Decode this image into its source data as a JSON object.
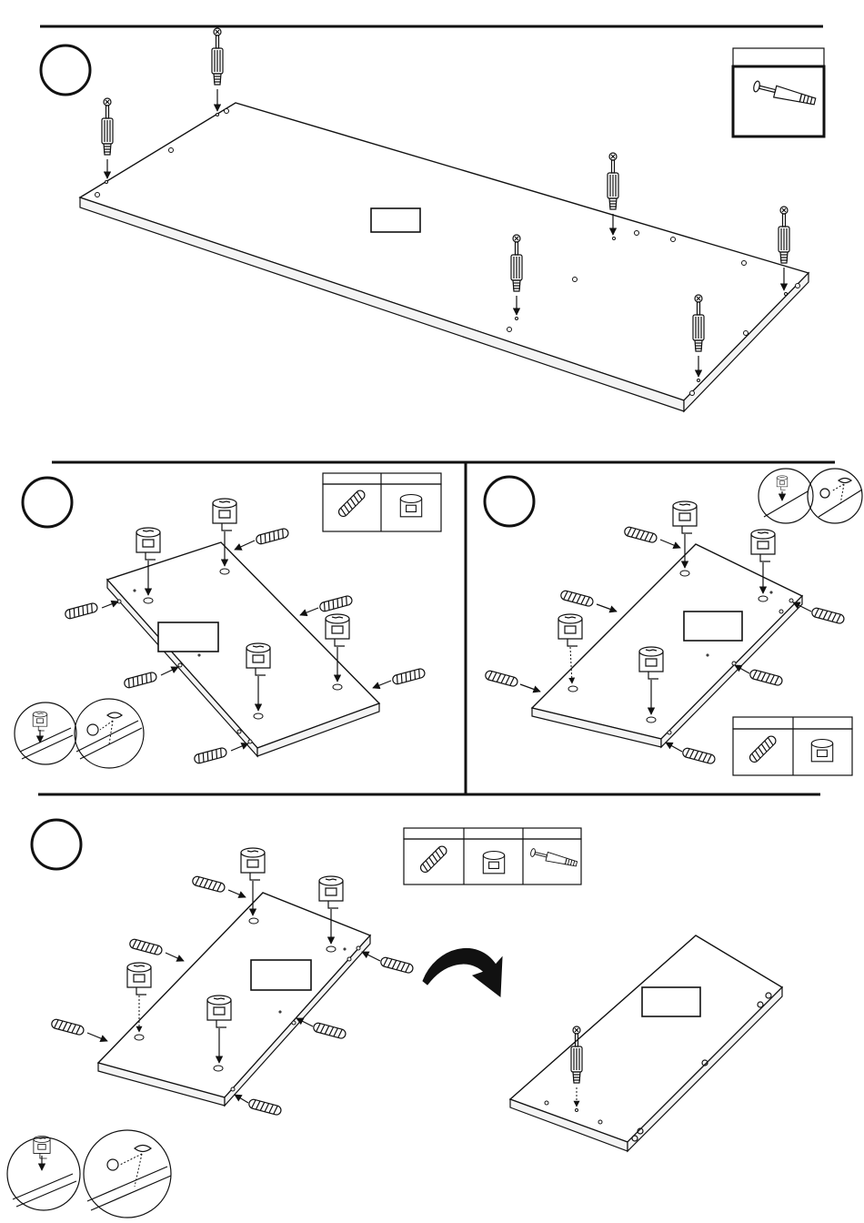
{
  "document": {
    "type": "assembly-instructions-page",
    "steps": [
      {
        "id": "step-1",
        "parts": [
          "cam-bolt"
        ]
      },
      {
        "id": "step-2",
        "parts": [
          "wooden-dowel",
          "cam-lock"
        ]
      },
      {
        "id": "step-3",
        "parts": [
          "wooden-dowel",
          "cam-lock"
        ]
      },
      {
        "id": "step-4",
        "parts": [
          "wooden-dowel",
          "cam-lock",
          "cam-bolt"
        ]
      }
    ]
  },
  "icons": {
    "cam_bolt": "cam-bolt-icon",
    "dowel": "wooden-dowel-icon",
    "cam_lock": "cam-lock-icon",
    "rotate_arrow": "flip-panel-arrow-icon",
    "eye": "eye-icon"
  },
  "colors": {
    "ink": "#111111",
    "paper": "#ffffff",
    "edge": "#f4f4f4"
  }
}
